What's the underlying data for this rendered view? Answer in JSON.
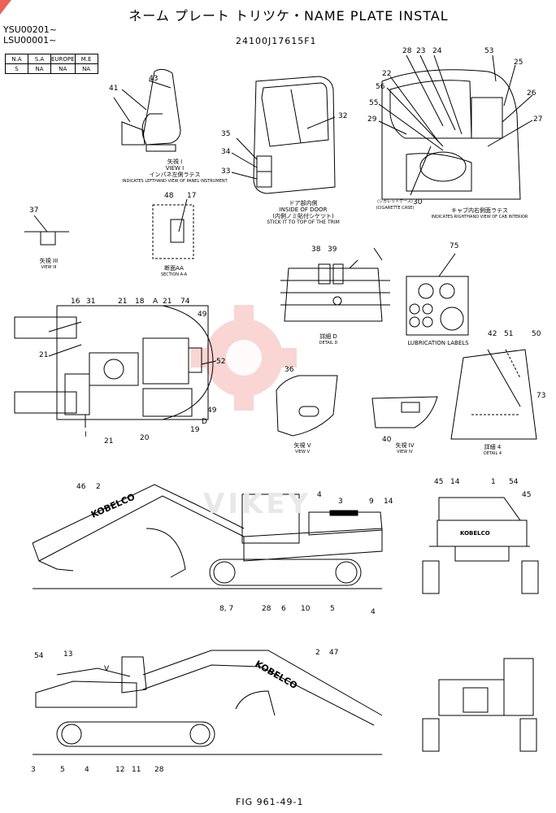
{
  "header": {
    "title": "ネーム プレート トリツケ・NAME PLATE INSTAL",
    "serial_1": "YSU00201~",
    "serial_2": "LSU00001~",
    "part_no": "24100J17615F1",
    "spec_table": {
      "headers": [
        "N.A",
        "S.A",
        "EUROPE",
        "M.E"
      ],
      "values": [
        "S",
        "NA",
        "NA",
        "NA"
      ]
    }
  },
  "captions": {
    "view_i_1": "矢視 I",
    "view_i_2": "VIEW I",
    "view_i_3": "インパネ左側ラテス",
    "view_i_4": "INDICATES LEFTHAND VIEW OF PANEL INSTRUMENT",
    "door_1": "ドア部内側",
    "door_2": "INSIDE OF DOOR",
    "door_3": "(内側ノミ貼付シケツト)",
    "door_4": "STICK IT TO TOP OF THE TRIM",
    "cab_1": "キャブ内右側面ラテス",
    "cab_2": "INDICATES RIGHTHAND VIEW OF CAB INTERIOR",
    "cig": "(シガレットケース)",
    "cig_en": "(CIGARETTE CASE)",
    "view_iii_1": "矢視 III",
    "view_iii_2": "VIEW III",
    "section_1": "断面AA",
    "section_2": "SECTION A-A",
    "detail_d_1": "詳細 D",
    "detail_d_2": "DETAIL D",
    "lub": "LUBRICATION LABELS",
    "detail_4_1": "詳細 4",
    "detail_4_2": "DETAIL 4",
    "view_v_1": "矢視 V",
    "view_v_2": "VIEW V",
    "view_iv_1": "矢視 IV",
    "view_iv_2": "VIEW IV",
    "logo": "KOBELCO",
    "watermark": "VIKEY",
    "fig": "FIG 961-49-1"
  },
  "labels": {
    "l43": "43",
    "l41": "41",
    "l35": "35",
    "l34": "34",
    "l33": "33",
    "l32": "32",
    "l28a": "28",
    "l23a": "23",
    "l24": "24",
    "l53a": "53",
    "l25": "25",
    "l22": "22",
    "l56": "56",
    "l55": "55",
    "l26": "26",
    "l29": "29",
    "l27": "27",
    "l30": "30",
    "l37": "37",
    "l48": "48",
    "l17": "17",
    "l38": "38",
    "l39": "39",
    "l75": "75",
    "l16": "16",
    "l31": "31",
    "l21a": "21",
    "l18": "18",
    "lA": "A",
    "l21b": "21",
    "l74": "74",
    "l49a": "49",
    "l21c": "21",
    "l52": "52",
    "l49b": "49",
    "lD": "D",
    "l19": "19",
    "l20": "20",
    "l21d": "21",
    "lI": "I",
    "l42": "42",
    "l51": "51",
    "l50": "50",
    "l73": "73",
    "l36": "36",
    "l40": "40",
    "l46": "46",
    "l2a": "2",
    "l4a": "4",
    "l3a": "3",
    "l9": "9",
    "l14a": "14",
    "l8_7": "8, 7",
    "l28b": "28",
    "l6": "6",
    "l10": "10",
    "l5a": "5",
    "l4b": "4",
    "l45a": "45",
    "l14b": "14",
    "l1": "1",
    "l54a": "54",
    "l45b": "45",
    "l54b": "54",
    "l13": "13",
    "lV": "V",
    "l2b": "2",
    "l47": "47",
    "l3b": "3",
    "l5b": "5",
    "l4c": "4",
    "l12": "12",
    "l11": "11",
    "l28c": "28"
  }
}
